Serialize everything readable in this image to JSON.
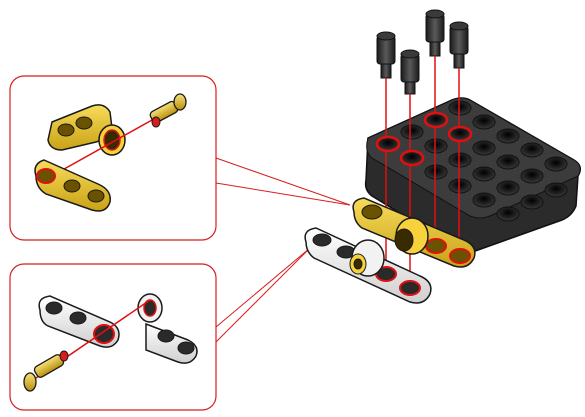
{
  "figure": {
    "kind": "assembly-instruction-illustration",
    "parts": [
      "black-pin",
      "black-studded-plate",
      "yellow-beam",
      "white-beam",
      "yellow-pin",
      "red-gear-connector"
    ],
    "colors": {
      "callout_border": "#d81e1e",
      "guide_line": "#e01010",
      "plate_black": "#2b2b2b",
      "yellow_part": "#e8c12a",
      "white_part": "#e9e9e9",
      "gear": "#f2f2f2"
    }
  }
}
